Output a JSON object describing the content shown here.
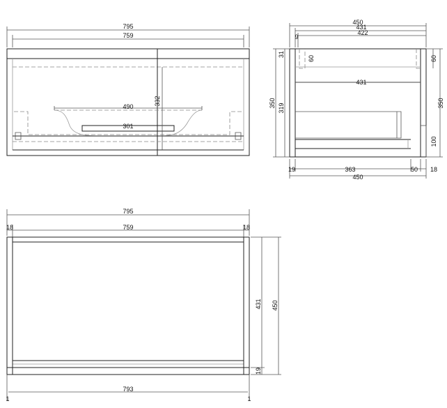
{
  "front_view": {
    "overall_width": "795",
    "inner_width": "759",
    "basin_width": "490",
    "drawer_width": "301",
    "height": "332"
  },
  "side_view": {
    "depth_top": "450",
    "depth_mid": "431",
    "depth_inner": "422",
    "small_left": "9",
    "top_gap": "31",
    "left_notch": "60",
    "right_notch": "60",
    "shelf_depth": "431",
    "height_left": "350",
    "inner_height": "319",
    "height_right": "350",
    "plinth_height": "100",
    "bottom_left": "19",
    "bottom_mid": "363",
    "bottom_right_a": "50",
    "bottom_right_b": "18",
    "bottom_total": "450"
  },
  "plan_view": {
    "overall_width": "795",
    "inner_width": "759",
    "side_left": "18",
    "side_right": "18",
    "inner_depth": "431",
    "overall_depth": "450",
    "front_thickness": "19",
    "bottom_width": "793",
    "bottom_left": "1",
    "bottom_right": "1"
  }
}
